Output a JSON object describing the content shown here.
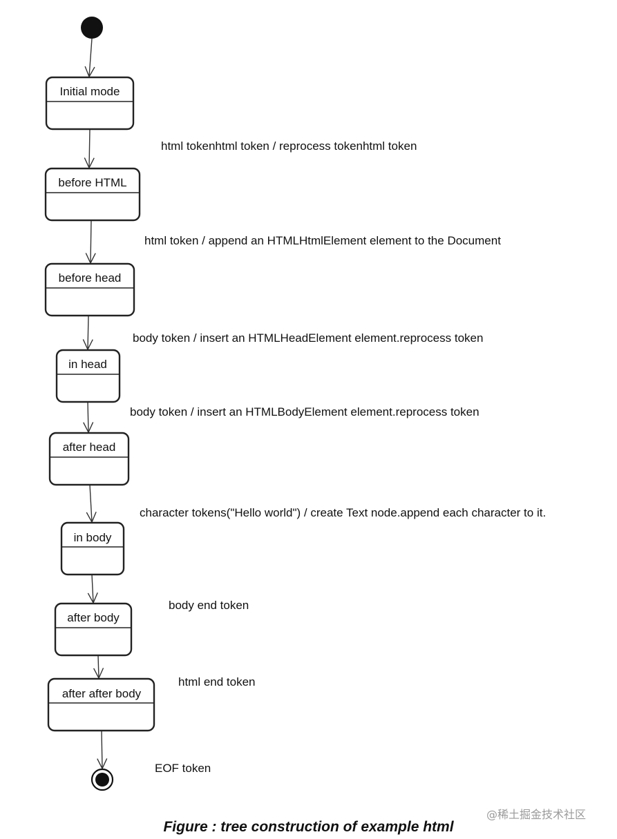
{
  "diagram": {
    "states": [
      {
        "id": "initial-mode",
        "label": "Initial mode"
      },
      {
        "id": "before-html",
        "label": "before HTML"
      },
      {
        "id": "before-head",
        "label": "before head"
      },
      {
        "id": "in-head",
        "label": "in head"
      },
      {
        "id": "after-head",
        "label": "after head"
      },
      {
        "id": "in-body",
        "label": "in body"
      },
      {
        "id": "after-body",
        "label": "after body"
      },
      {
        "id": "after-after-body",
        "label": "after after body"
      }
    ],
    "transitions": [
      {
        "label": ""
      },
      {
        "label": "html tokenhtml token / reprocess tokenhtml token"
      },
      {
        "label": "html token / append an HTMLHtmlElement element to the Document"
      },
      {
        "label": "body token / insert an HTMLHeadElement element.reprocess token"
      },
      {
        "label": "body token / insert an HTMLBodyElement element.reprocess token"
      },
      {
        "label": "character tokens(\"Hello world\") / create Text node.append each character to it."
      },
      {
        "label": "body end token"
      },
      {
        "label": "html end token"
      },
      {
        "label": "EOF token"
      }
    ]
  },
  "watermark": "@稀土掘金技术社区",
  "caption": "Figure : tree construction of example html"
}
